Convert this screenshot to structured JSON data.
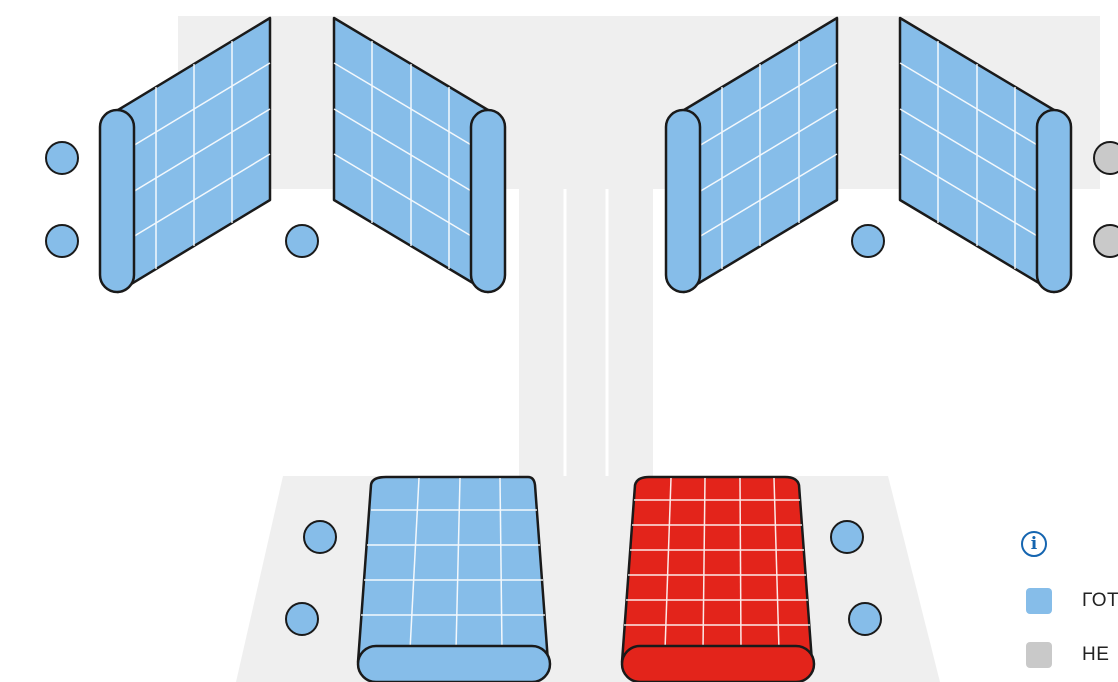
{
  "colors": {
    "ready": "#86bde9",
    "unavailable": "#c9c9c9",
    "occupied": "#e3241b",
    "floor": "#efefef",
    "outline": "#1a1a1a",
    "info": "#1565b0"
  },
  "legend": {
    "info_icon": "info-icon",
    "items": [
      {
        "label": "ГОТ",
        "status": "ready"
      },
      {
        "label": "НЕ",
        "status": "unavailable"
      }
    ]
  },
  "panels": [
    {
      "name": "panel-top-1",
      "status": "ready"
    },
    {
      "name": "panel-top-2",
      "status": "ready"
    },
    {
      "name": "panel-top-3",
      "status": "ready"
    },
    {
      "name": "panel-top-4",
      "status": "ready"
    },
    {
      "name": "panel-bottom-left",
      "status": "ready"
    },
    {
      "name": "panel-bottom-right",
      "status": "occupied"
    }
  ],
  "indicators": [
    {
      "status": "ready"
    },
    {
      "status": "ready"
    },
    {
      "status": "ready"
    },
    {
      "status": "ready"
    },
    {
      "status": "unavailable"
    },
    {
      "status": "unavailable"
    },
    {
      "status": "ready"
    },
    {
      "status": "ready"
    },
    {
      "status": "ready"
    },
    {
      "status": "ready"
    }
  ]
}
